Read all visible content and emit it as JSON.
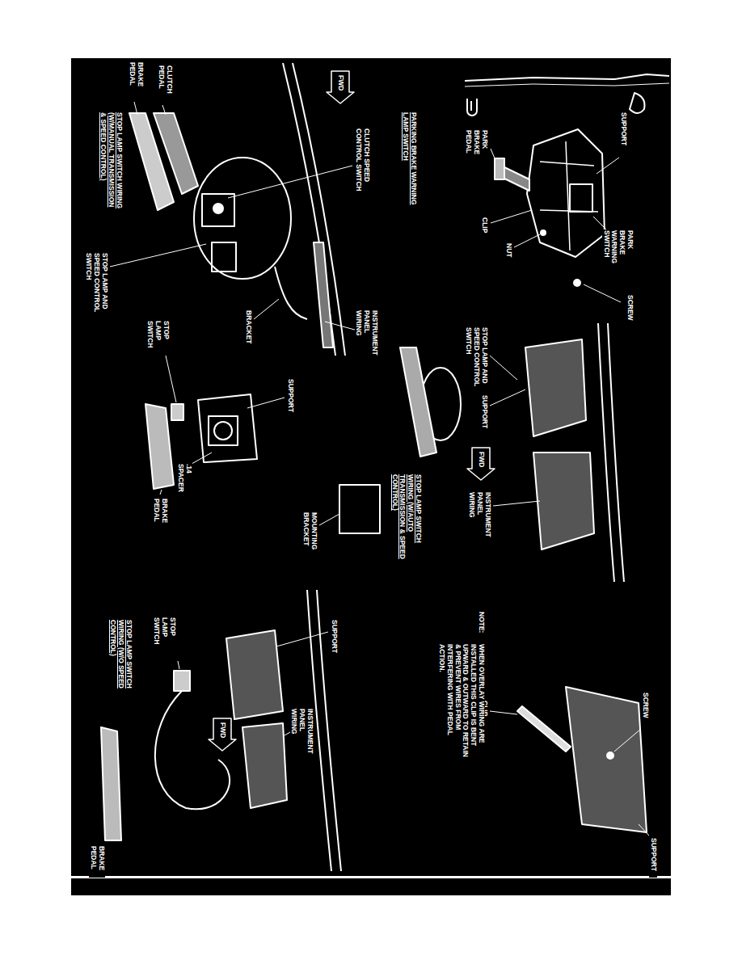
{
  "diagram": {
    "labels": [
      "SUPPORT",
      "PARK BRAKE WARNING SWITCH",
      "SCREW",
      "NUT",
      "CLIP",
      "PARK BRAKE PEDAL",
      "PARKING BRAKE WARNING LAMP SWITCH",
      "CLUTCH SPEED CONTROL SWITCH",
      "INSTRUMENT PANEL WIRING",
      "FWD",
      "BRACKET",
      "CLUTCH PEDAL",
      "BRAKE PEDAL",
      "STOP LAMP AND SPEED CONTROL SWITCH",
      "STOP LAMP SWITCH WIRING (W/MANUAL TRANSMISSION & SPEED CONTROL)",
      "STOP LAMP AND SPEED CONTROL SWITCH",
      "SUPPORT",
      "FWD",
      "INSTRUMENT PANEL WIRING",
      "MOUNTING BRACKET",
      "STOP LAMP SWITCH WIRING (W/AUTO TRANSMISSION & SPEED CONTROL)",
      "STOP LAMP SWITCH",
      "SUPPORT",
      ".14 SPACER",
      "BRAKE PEDAL",
      "SUPPORT",
      "STOP LAMP SWITCH",
      "INSTRUMENT PANEL WIRING",
      "FWD",
      "STOP LAMP SWITCH WIRING (W/O SPEED CONTROL)",
      "BRAKE PEDAL",
      "SCREW",
      "CLIP",
      "SUPPORT",
      "NOTE:",
      "WHEN OVERLAY WIRING ARE INSTALLED THIS CLIP IS BENT UPWARD & OUTWARD TO RETAIN & PREVENT WIRES FROM INTERFERING WITH PEDAL ACTION."
    ]
  }
}
